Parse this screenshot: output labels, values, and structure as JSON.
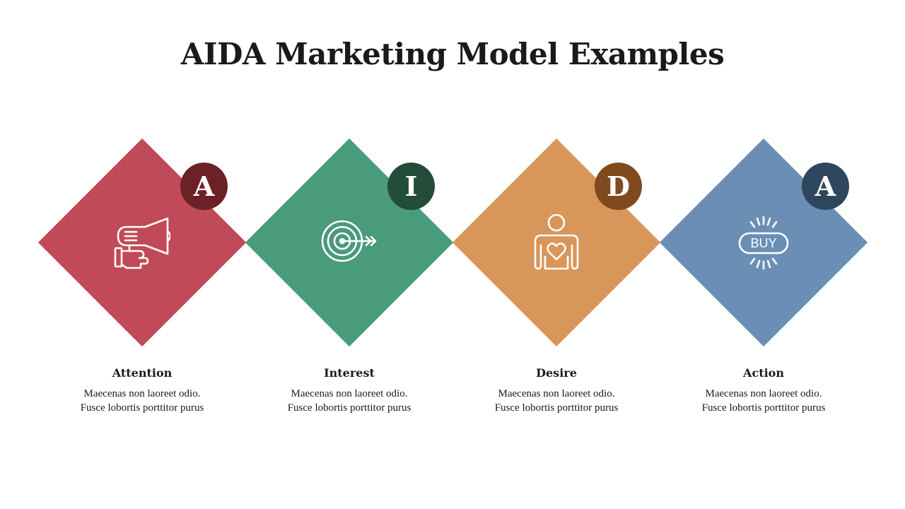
{
  "title": "AIDA Marketing Model Examples",
  "steps": [
    {
      "letter": "A",
      "label": "Attention",
      "line1": "Maecenas non laoreet odio.",
      "line2": "Fusce lobortis porttitor purus",
      "color": "#c04a57",
      "badge_color": "#6b2227",
      "icon": "megaphone-icon"
    },
    {
      "letter": "I",
      "label": "Interest",
      "line1": "Maecenas non laoreet odio.",
      "line2": "Fusce lobortis porttitor purus",
      "color": "#4a9a7c",
      "badge_color": "#234c3b",
      "icon": "target-icon"
    },
    {
      "letter": "D",
      "label": "Desire",
      "line1": "Maecenas non laoreet odio.",
      "line2": "Fusce lobortis porttitor purus",
      "color": "#d8965a",
      "badge_color": "#7e4a1e",
      "icon": "person-heart-icon"
    },
    {
      "letter": "A",
      "label": "Action",
      "line1": "Maecenas non laoreet odio.",
      "line2": "Fusce lobortis porttitor purus",
      "color": "#6b8fb4",
      "badge_color": "#2f465f",
      "icon": "buy-icon",
      "icon_text": "BUY"
    }
  ]
}
